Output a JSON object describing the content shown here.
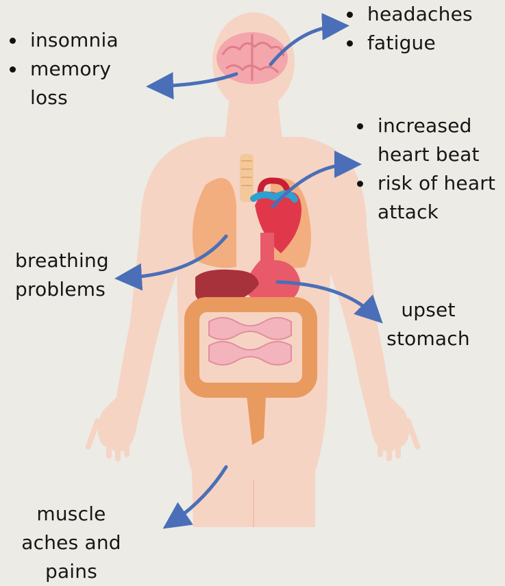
{
  "symptoms": {
    "brain_left": {
      "items": [
        "insomnia",
        "memory\nloss"
      ]
    },
    "brain_right": {
      "items": [
        "headaches",
        "fatigue"
      ]
    },
    "heart": {
      "items": [
        "increased\nheart beat",
        "risk of heart\nattack"
      ]
    },
    "lungs": {
      "text": "breathing\nproblems"
    },
    "stomach": {
      "text": "upset\nstomach"
    },
    "legs": {
      "text": "muscle\naches and\npains"
    }
  },
  "colors": {
    "background": "#ecebe6",
    "skin": "#f6d4c3",
    "arrow": "#4a6fb8",
    "brain": "#f4a6ad",
    "lungs": "#f2ae7e",
    "heart": "#e0384a",
    "aorta_blue": "#2f9fd0",
    "liver": "#a8323c",
    "intestine": "#e99a5e",
    "small_intestine": "#f3b4bd"
  }
}
